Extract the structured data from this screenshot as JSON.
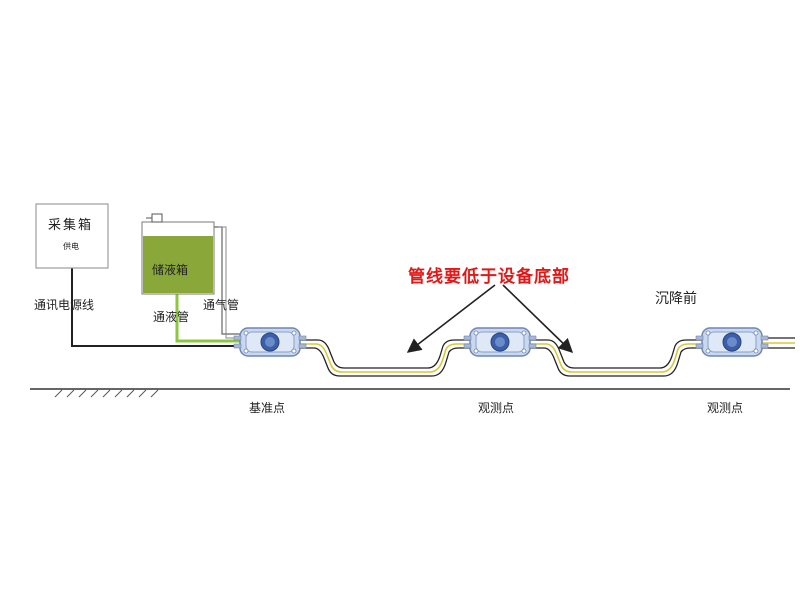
{
  "labels": {
    "collector_box": "采集箱",
    "power_supply": "供电",
    "comm_power_line": "通讯电源线",
    "reservoir": "储液箱",
    "gas_tube": "通气管",
    "liquid_tube": "通液管",
    "note": "管线要低于设备底部",
    "before_settlement": "沉降前",
    "reference_point": "基准点",
    "observation_point_1": "观测点",
    "observation_point_2": "观测点"
  },
  "colors": {
    "liquid_tank": "#8aa83a",
    "liquid_tube": "#8dc63f",
    "note_text": "#e01818",
    "arrow": "#222222",
    "sensor_body": "#b9cdea",
    "sensor_center": "#3b5fa8",
    "pipe_yellow": "#d8c838",
    "pipe_black": "#222222"
  },
  "icons": [
    "sensor-device-icon",
    "ground-hatch-icon",
    "arrow-icon"
  ]
}
